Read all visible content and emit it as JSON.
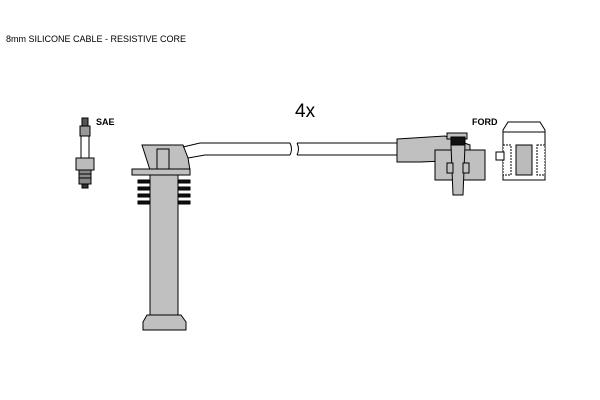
{
  "title": "8mm SILICONE CABLE - RESISTIVE CORE",
  "quantity": "4x",
  "left_label": "SAE",
  "right_label": "FORD",
  "colors": {
    "part_fill": "#c0c0c0",
    "outline": "#000000",
    "dark": "#111111"
  }
}
